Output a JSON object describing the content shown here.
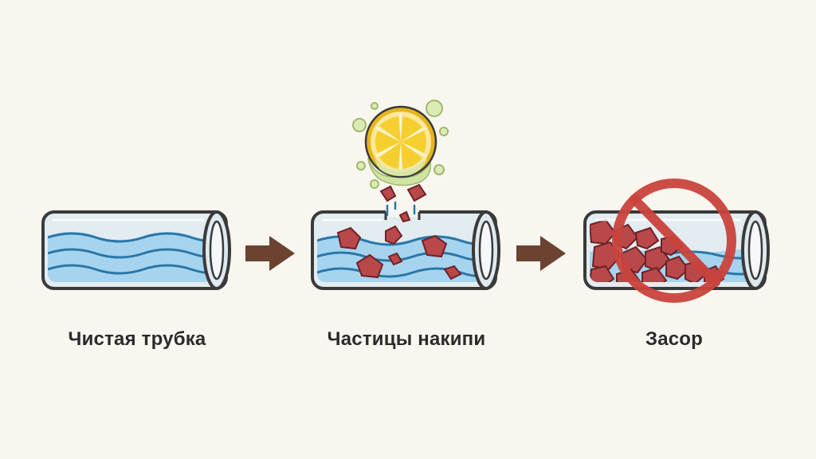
{
  "steps": [
    {
      "label": "Чистая трубка"
    },
    {
      "label": "Частицы накипи"
    },
    {
      "label": "Засор"
    }
  ],
  "colors": {
    "background": "#f8f6ef",
    "pipe_outline": "#3a3a3a",
    "pipe_glass": "#dfe9ee",
    "water": "#9fd0ec",
    "wave": "#2a76a8",
    "scale": "#b8484a",
    "scale_dark": "#6e2226",
    "arrow": "#6b4330",
    "lemon": "#f7d43c",
    "lemon_rind": "#e5b61a",
    "foam": "#cfe4a2",
    "prohibit": "#c9433c"
  },
  "icons": [
    "arrow-right-icon",
    "lemon-icon",
    "prohibition-icon"
  ]
}
